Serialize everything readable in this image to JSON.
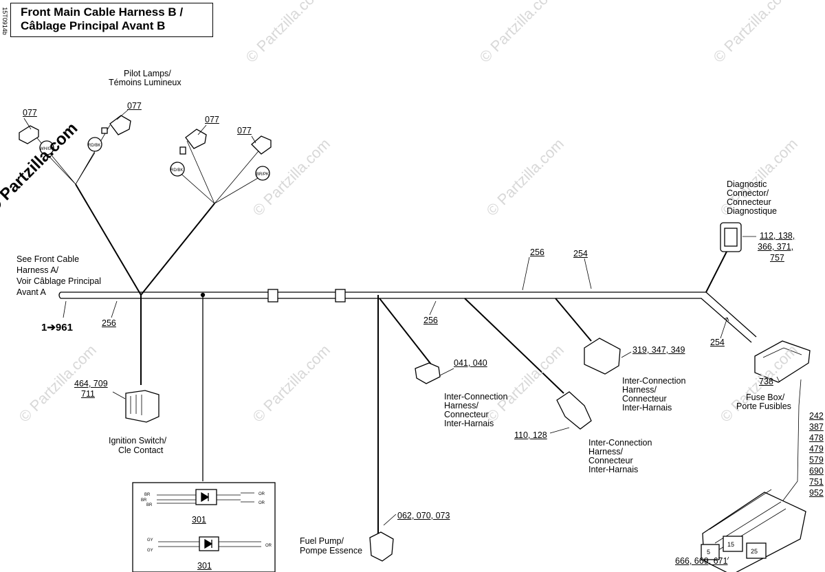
{
  "header": {
    "title_line1": "Front Main Cable Harness B /",
    "title_line2": "Câblage Principal Avant B",
    "doc_id": "15T0914b"
  },
  "watermark": {
    "main": "© Partzilla.com",
    "faint": "© Partzilla.com"
  },
  "labels": {
    "pilot_lamps": [
      "Pilot Lamps/",
      "Témoins Lumineux"
    ],
    "see_front_cable": [
      "See Front Cable",
      "Harness A/",
      "Voir Câblage Principal",
      "Avant A"
    ],
    "ignition_switch": [
      "Ignition Switch/",
      "Cle Contact"
    ],
    "fuel_pump": [
      "Fuel Pump/",
      "Pompe Essence"
    ],
    "interconn_1": [
      "Inter-Connection",
      "Harness/",
      "Connecteur",
      "Inter-Harnais"
    ],
    "interconn_2": [
      "Inter-Connection",
      "Harness/",
      "Connecteur",
      "Inter-Harnais"
    ],
    "interconn_3": [
      "Inter-Connection",
      "Harness/",
      "Connecteur",
      "Inter-Harnais"
    ],
    "diagnostic": [
      "Diagnostic",
      "Connector/",
      "Connecteur",
      "Diagnostique"
    ],
    "fuse_box": [
      "Fuse Box/",
      "Porte Fusibles"
    ]
  },
  "refs": {
    "lamp_a": "077",
    "lamp_b": "077",
    "lamp_c": "077",
    "lamp_d": "077",
    "main_256_left": "256",
    "main_256_mid": "256",
    "main_256_top": "256",
    "main_254_top": "254",
    "branch_254": "254",
    "ref_1961": "1➔961",
    "ign_1": "464, 709",
    "ign_2": "711",
    "conn_041": "041, 040",
    "conn_110": "110, 128",
    "conn_319": "319, 347, 349",
    "diag_1": "112, 138,",
    "diag_2": "366, 371,",
    "diag_3": "757",
    "fuse_738": "738",
    "fuel_refs": "062, 070, 073",
    "diode_1": "301",
    "diode_2": "301",
    "fuse_list": [
      "242",
      "387",
      "478",
      "479",
      "579",
      "690",
      "751",
      "952"
    ],
    "fuse_conn": "666, 669, 671"
  },
  "wire_codes": {
    "lamp_a": "WH/GY",
    "lamp_b": "RD/BK",
    "lamp_c": "RD/BK",
    "lamp_d": "BR/PK",
    "diode1_l1": "BR",
    "diode1_l2": "BR",
    "diode1_l3": "BR",
    "diode1_r1": "OR",
    "diode1_r2": "OR",
    "diode2_l1": "GY",
    "diode2_l2": "GY",
    "diode2_r1": "OR",
    "fuse_pins": [
      "5",
      "15",
      "25"
    ]
  }
}
